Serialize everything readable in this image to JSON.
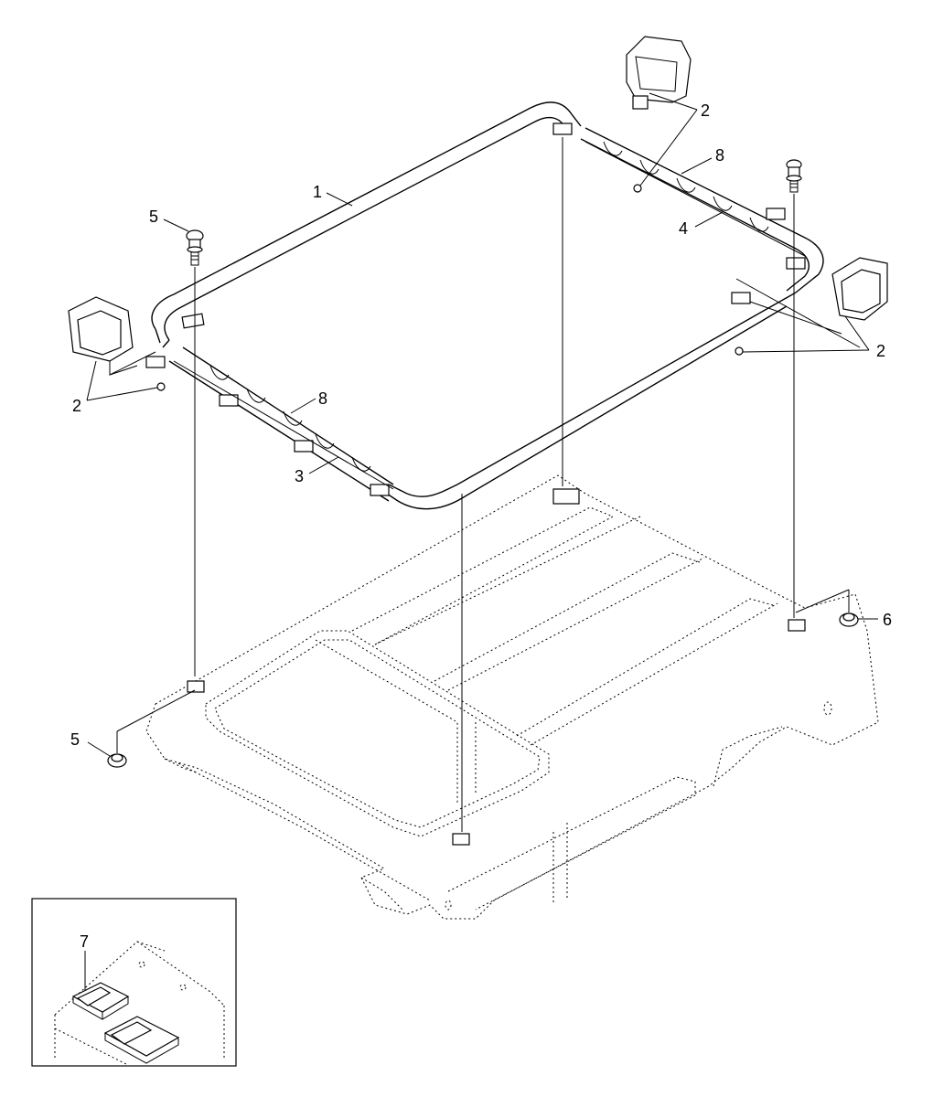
{
  "callouts": {
    "c1": "1",
    "c2a": "2",
    "c2b": "2",
    "c2c": "2",
    "c3": "3",
    "c4": "4",
    "c5a": "5",
    "c5b": "5",
    "c6": "6",
    "c7": "7",
    "c8a": "8",
    "c8b": "8"
  }
}
